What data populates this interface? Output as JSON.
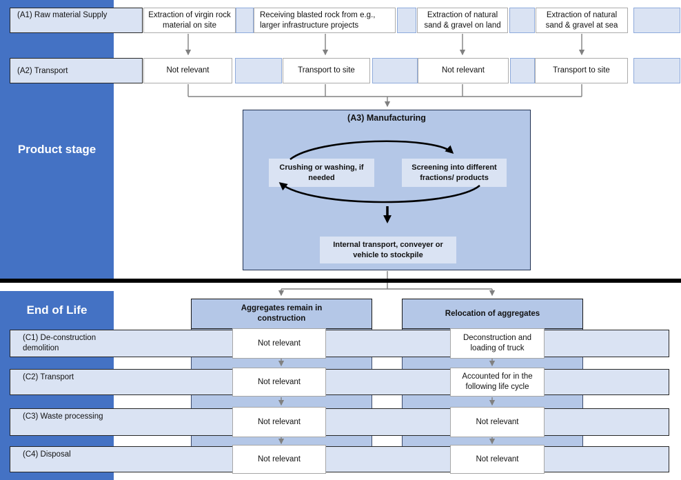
{
  "colors": {
    "sidebar_blue": "#4472C4",
    "light_blue": "#DAE3F3",
    "medium_blue": "#B4C7E7",
    "connector_gray": "#808080",
    "divider_black": "#000000"
  },
  "product_stage": {
    "title": "Product stage",
    "a1_label": "(A1) Raw material Supply",
    "a1_boxes": [
      "Extraction of virgin rock material on site",
      "Receiving blasted rock from e.g., larger infrastructure projects",
      "Extraction of natural sand & gravel on land",
      "Extraction of natural sand & gravel at sea"
    ],
    "a2_label": "(A2) Transport",
    "a2_boxes": [
      "Not relevant",
      "Transport to site",
      "Not relevant",
      "Transport to site"
    ],
    "a3_title": "(A3) Manufacturing",
    "a3_steps": {
      "crushing": "Crushing or washing, if needed",
      "screening": "Screening into different fractions/ products",
      "internal_transport": "Internal transport, conveyer or vehicle to stockpile"
    }
  },
  "end_of_life": {
    "title": "End of Life",
    "branches": [
      "Aggregates remain in construction",
      "Relocation of aggregates"
    ],
    "rows": [
      {
        "label": "(C1) De-construction demolition",
        "remain": "Not relevant",
        "relocation": "Deconstruction and loading of truck"
      },
      {
        "label": "(C2) Transport",
        "remain": "Not relevant",
        "relocation": "Accounted for in the following life cycle"
      },
      {
        "label": "(C3) Waste processing",
        "remain": "Not relevant",
        "relocation": "Not relevant"
      },
      {
        "label": "(C4) Disposal",
        "remain": "Not relevant",
        "relocation": "Not relevant"
      }
    ]
  }
}
